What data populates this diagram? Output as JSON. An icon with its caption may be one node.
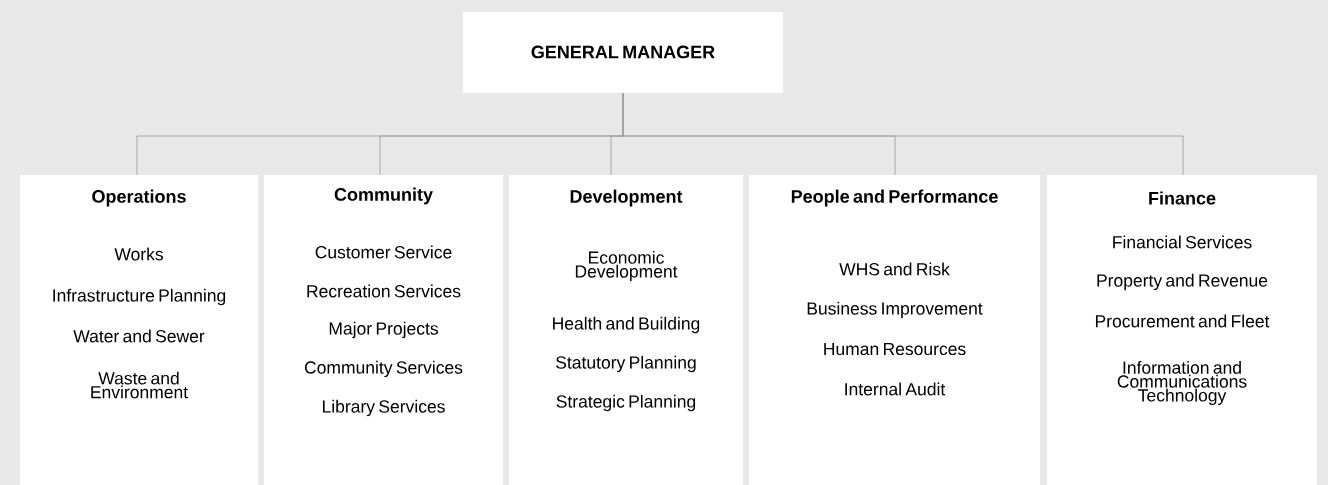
{
  "diagram": {
    "nodes": [
      {
        "text": [
          "GENERAL MANAGER"
        ]
      },
      {
        "text": [
          "Operations",
          "Works",
          "Infrastructure Planning",
          "Water and Sewer",
          "Waste and Environment"
        ]
      },
      {
        "text": [
          "Community",
          "Customer Service",
          "Recreation Services",
          "Major Projects",
          "Community Services",
          "Library Services"
        ]
      },
      {
        "text": [
          "Development",
          "Economic Development",
          "Health and Building",
          "Statutory Planning",
          "Strategic Planning"
        ]
      },
      {
        "text": [
          "People and Performance",
          "WHS and Risk",
          "Business Improvement",
          "Human Resources",
          "Internal Audit"
        ]
      },
      {
        "text": [
          "Finance",
          "Financial Services",
          "Property and Revenue",
          "Procurement and Fleet",
          "Information and Communications Technology"
        ]
      }
    ],
    "edges": [
      {
        "from": 0,
        "to": 1,
        "arrow": "none"
      },
      {
        "from": 0,
        "to": 2,
        "arrow": "none"
      },
      {
        "from": 0,
        "to": 3,
        "arrow": "none"
      },
      {
        "from": 0,
        "to": 4,
        "arrow": "none"
      },
      {
        "from": 0,
        "to": 5,
        "arrow": "none"
      }
    ]
  }
}
